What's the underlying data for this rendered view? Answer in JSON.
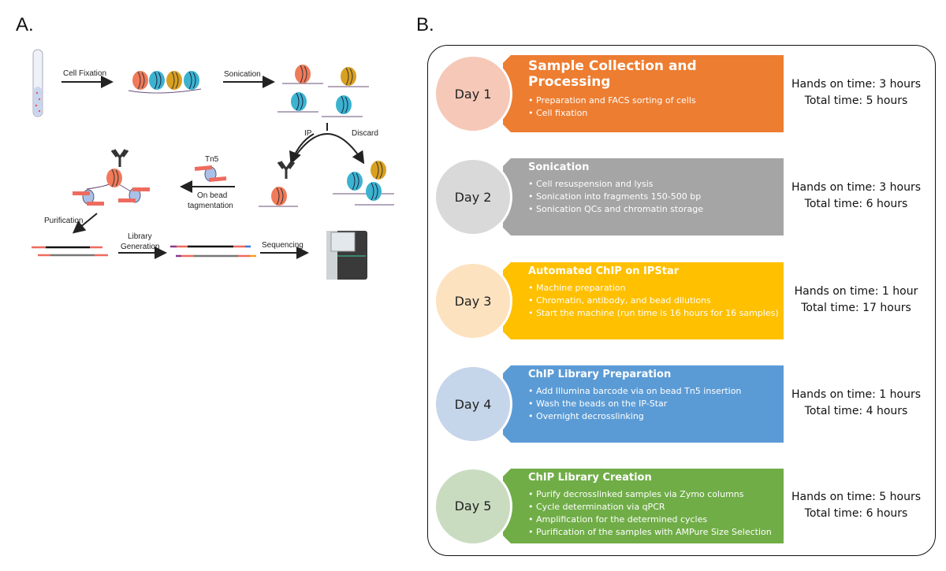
{
  "panel_a": {
    "label": "A.",
    "steps": {
      "cell_fixation": "Cell Fixation",
      "sonication": "Sonication",
      "ip": "IP",
      "discard": "Discard",
      "tn5": "Tn5",
      "on_bead_1": "On bead",
      "on_bead_2": "tagmentation",
      "purification": "Purification",
      "library_1": "Library",
      "library_2": "Generation",
      "sequencing": "Sequencing"
    },
    "colors": {
      "nucleosome_red": "#f07a5a",
      "nucleosome_blue": "#3bb3cf",
      "nucleosome_gold": "#d9a020",
      "bead": "#a9c1e6",
      "adapter": "#ee6b5e"
    }
  },
  "panel_b": {
    "label": "B.",
    "days": [
      {
        "day": "Day 1",
        "title": "Sample Collection and Processing",
        "items": [
          "Preparation and FACS sorting of cells",
          "Cell fixation"
        ],
        "hands_on": "Hands on time: 3 hours",
        "total": "Total time: 5 hours",
        "color": "#ed7d31",
        "circle_color": "#f5c8b8"
      },
      {
        "day": "Day 2",
        "title": "Sonication",
        "items": [
          "Cell resuspension and lysis",
          "Sonication into fragments 150-500 bp",
          "Sonication QCs and chromatin storage"
        ],
        "hands_on": "Hands on time: 3 hours",
        "total": "Total time: 6 hours",
        "color": "#a5a5a5",
        "circle_color": "#d9d9d9"
      },
      {
        "day": "Day 3",
        "title": "Automated ChIP on IPStar",
        "items": [
          "Machine preparation",
          "Chromatin, antibody, and bead dilutions",
          "Start the machine (run time is 16 hours for 16 samples)"
        ],
        "hands_on": "Hands on time: 1 hour",
        "total": "Total time: 17 hours",
        "color": "#ffc000",
        "circle_color": "#fde2c0"
      },
      {
        "day": "Day 4",
        "title": "ChIP Library Preparation",
        "items": [
          "Add Illumina barcode via on bead Tn5 insertion",
          "Wash the beads on the IP-Star",
          "Overnight decrosslinking"
        ],
        "hands_on": "Hands on time: 1 hours",
        "total": "Total time: 4 hours",
        "color": "#5b9bd5",
        "circle_color": "#c5d5ea"
      },
      {
        "day": "Day 5",
        "title": "ChIP Library Creation",
        "items": [
          "Purify decrosslinked samples via Zymo columns",
          "Cycle determination via qPCR",
          "Amplification for the determined cycles",
          "Purification of the samples with AMPure Size Selection"
        ],
        "hands_on": "Hands on time: 5 hours",
        "total": "Total time: 6 hours",
        "color": "#70ad47",
        "circle_color": "#c9dcc0"
      }
    ]
  }
}
